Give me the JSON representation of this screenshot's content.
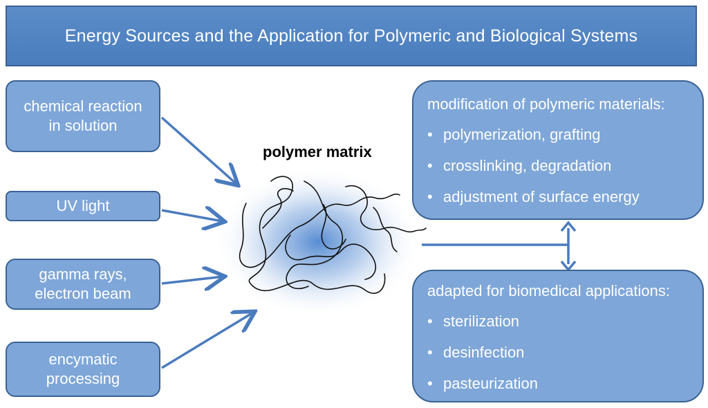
{
  "title": "Energy Sources and the Application for Polymeric and Biological Systems",
  "sources": [
    {
      "line1": "chemical reaction",
      "line2": "in solution"
    },
    {
      "line1": "UV light",
      "line2": ""
    },
    {
      "line1": "gamma rays,",
      "line2": "electron beam"
    },
    {
      "line1": "encymatic",
      "line2": "processing"
    }
  ],
  "center_label": "polymer matrix",
  "results": [
    {
      "heading": "modification of polymeric materials:",
      "items": [
        "polymerization, grafting",
        "crosslinking, degradation",
        "adjustment of surface energy"
      ]
    },
    {
      "heading": "adapted for biomedical applications:",
      "items": [
        "sterilization",
        "desinfection",
        "pasteurization"
      ]
    }
  ],
  "colors": {
    "title_fill": "#4a7dbd",
    "box_fill": "#7ea6d8",
    "box_border": "#3a6293",
    "arrow": "#4a7bbd",
    "glow": "#4f86cf"
  },
  "icons": [
    "polymer-chain-icon",
    "arrowhead-icon"
  ]
}
